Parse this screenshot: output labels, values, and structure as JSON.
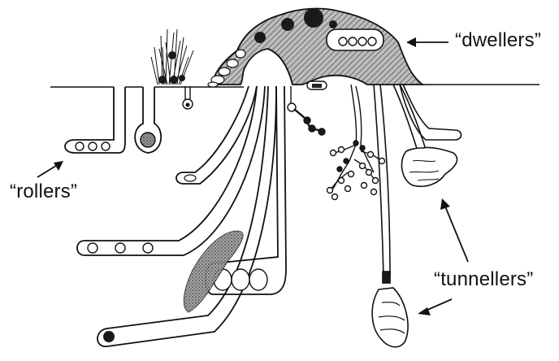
{
  "labels": {
    "dwellers": "“dwellers”",
    "rollers": "“rollers”",
    "tunnellers": "“tunnellers”"
  },
  "colors": {
    "ink": "#111111",
    "shade": "#8a8a8a",
    "paper": "#ffffff"
  }
}
